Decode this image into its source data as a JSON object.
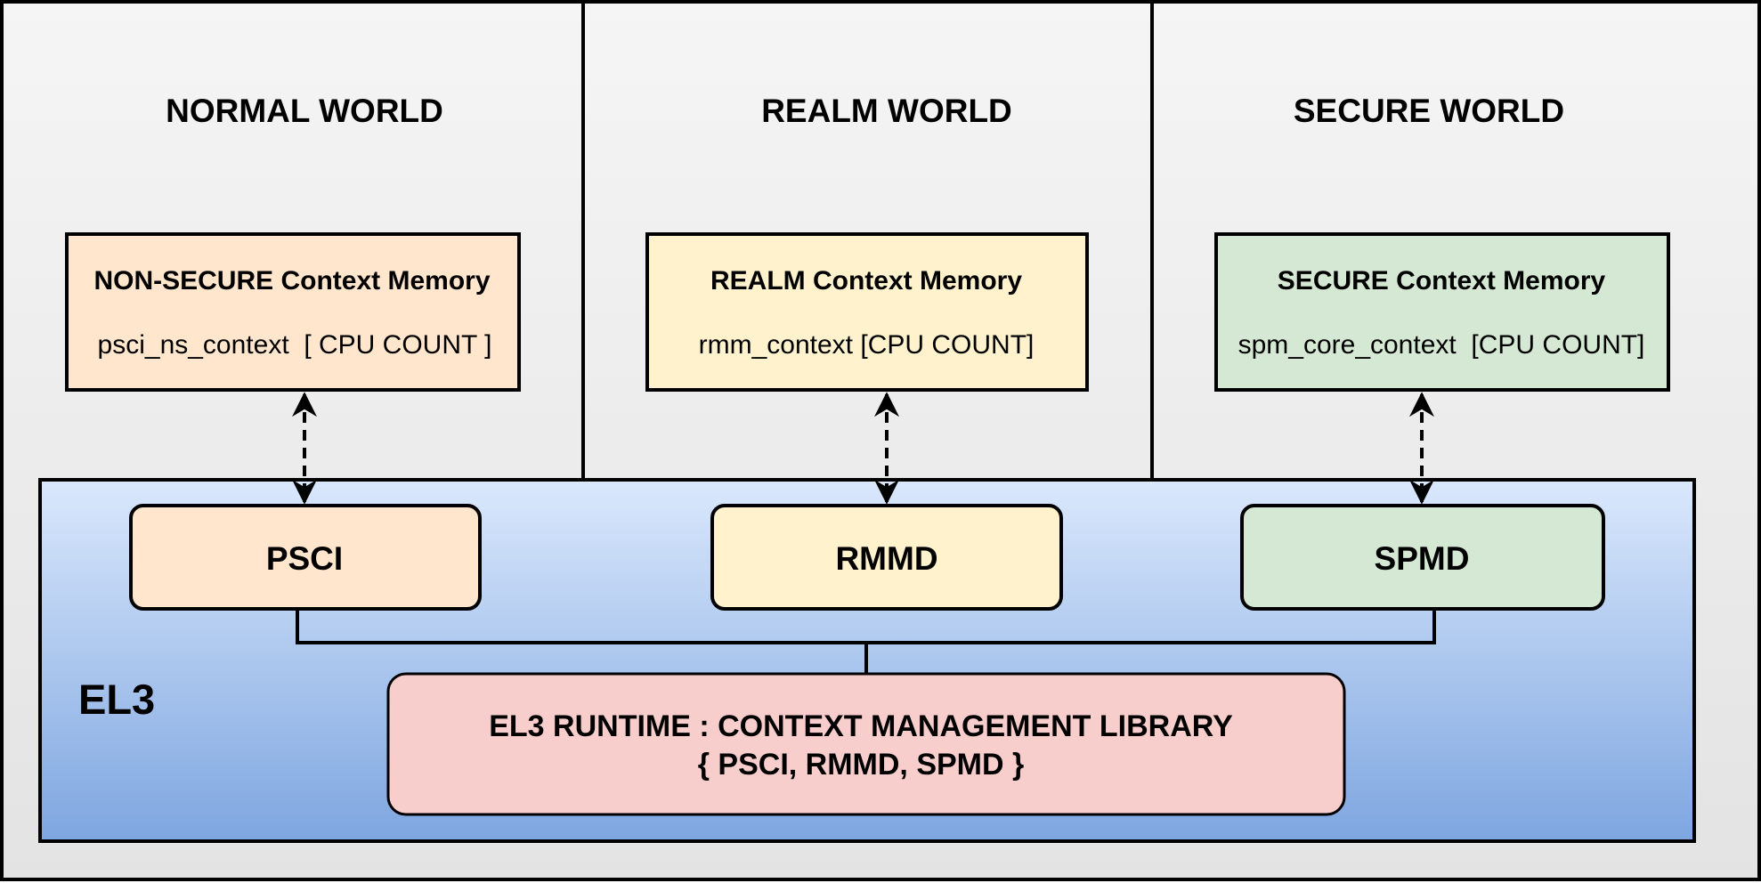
{
  "worlds": {
    "normal": {
      "title": "NORMAL WORLD",
      "memory_title": "NON-SECURE Context Memory",
      "memory_context": "psci_ns_context  [ CPU COUNT ]",
      "color": "#ffe6cc"
    },
    "realm": {
      "title": "REALM WORLD",
      "memory_title": "REALM Context Memory",
      "memory_context": "rmm_context [CPU COUNT]",
      "color": "#fff2cc"
    },
    "secure": {
      "title": "SECURE WORLD",
      "memory_title": "SECURE Context Memory",
      "memory_context": "spm_core_context  [CPU COUNT]",
      "color": "#d5e8d4"
    }
  },
  "el3": {
    "label": "EL3",
    "components": {
      "psci": "PSCI",
      "rmmd": "RMMD",
      "spmd": "SPMD"
    },
    "library": {
      "line1": "EL3 RUNTIME : CONTEXT MANAGEMENT LIBRARY",
      "line2": "{ PSCI, RMMD, SPMD }",
      "color": "#f8cecc"
    },
    "gradient_top": "#dae8fc",
    "gradient_bottom": "#7ea6e0"
  }
}
